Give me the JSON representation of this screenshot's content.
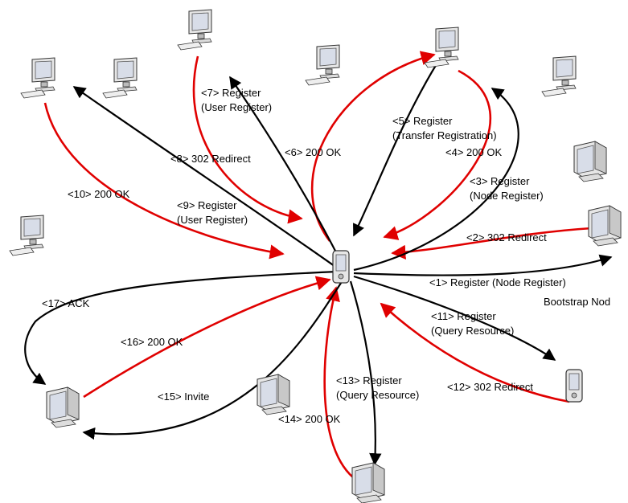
{
  "colors": {
    "request": "#000000",
    "response": "#e00000",
    "screen": "#d8dde8",
    "body": "#e6e6e6",
    "outline": "#333333"
  },
  "nodes": {
    "center": {
      "icon": "pda-icon",
      "label": ""
    },
    "bootstrap": {
      "icon": "crt-monitor-icon",
      "label": "Bootstrap Nod"
    },
    "transfer_node": {
      "icon": "lcd-monitor-icon",
      "label": ""
    },
    "user_register_node": {
      "icon": "lcd-monitor-icon",
      "label": ""
    },
    "left_top_node": {
      "icon": "lcd-monitor-icon",
      "label": ""
    },
    "right_node": {
      "icon": "lcd-monitor-icon",
      "label": ""
    },
    "query_pda": {
      "icon": "pda-icon",
      "label": ""
    },
    "bottom_node": {
      "icon": "crt-monitor-icon",
      "label": ""
    },
    "left_bottom_node": {
      "icon": "crt-monitor-icon",
      "label": ""
    }
  },
  "messages": {
    "m1": "<1> Register (Node Register)",
    "m2": "<2> 302 Redirect",
    "m3a": "<3> Register",
    "m3b": "(Node Register)",
    "m4": "<4> 200 OK",
    "m5a": "<5> Register",
    "m5b": "(Transfer Registration)",
    "m6": "<6> 200 OK",
    "m7a": "<7> Register",
    "m7b": "(User Register)",
    "m8": "<8> 302 Redirect",
    "m9a": "<9> Register",
    "m9b": "(User Register)",
    "m10": "<10> 200 OK",
    "m11a": "<11> Register",
    "m11b": "(Query Resource)",
    "m12": "<12> 302 Redirect",
    "m13a": "<13> Register",
    "m13b": "(Query Resource)",
    "m14": "<14> 200 OK",
    "m15": "<15> Invite",
    "m16": "<16> 200 OK",
    "m17": "<17> ACK"
  }
}
